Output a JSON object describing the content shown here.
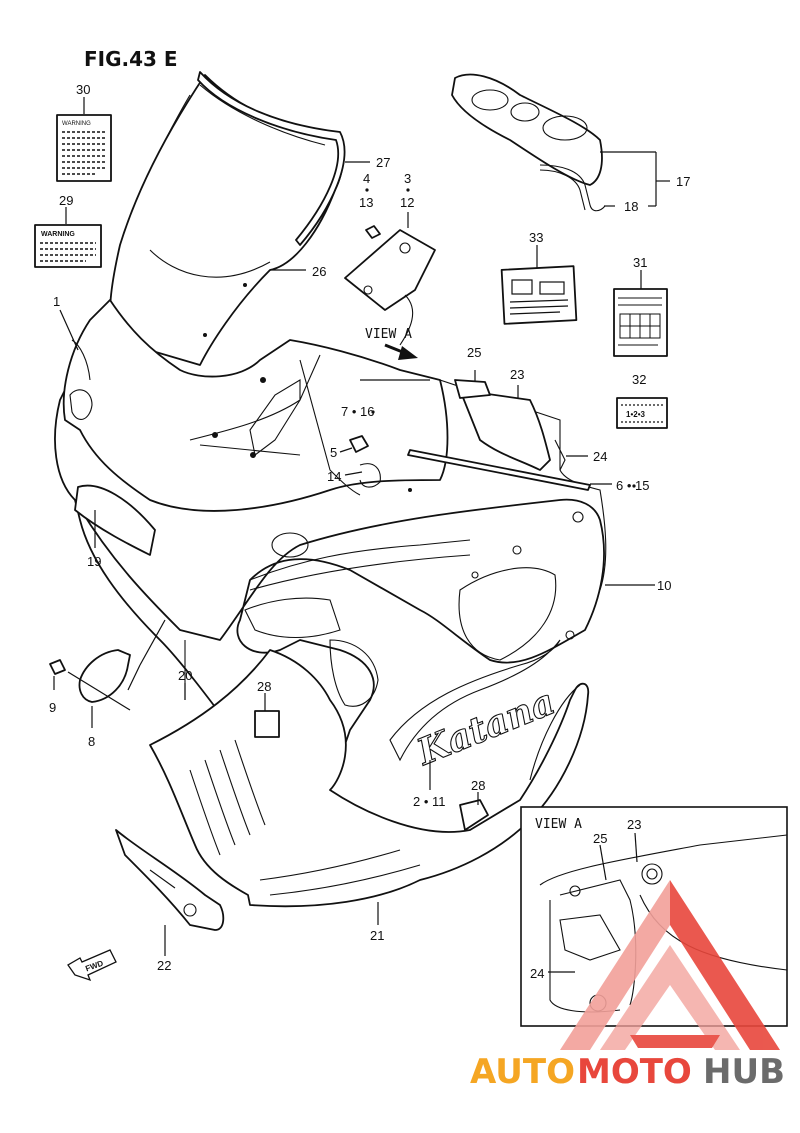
{
  "figure": {
    "title": "FIG.43 E"
  },
  "callouts": [
    {
      "id": "c30",
      "text": "30"
    },
    {
      "id": "c29",
      "text": "29"
    },
    {
      "id": "c27",
      "text": "27"
    },
    {
      "id": "c26",
      "text": "26"
    },
    {
      "id": "c4",
      "text": "4"
    },
    {
      "id": "c13",
      "text": "13"
    },
    {
      "id": "c3",
      "text": "3"
    },
    {
      "id": "c12",
      "text": "12"
    },
    {
      "id": "c17",
      "text": "17"
    },
    {
      "id": "c18",
      "text": "18"
    },
    {
      "id": "c33",
      "text": "33"
    },
    {
      "id": "c31",
      "text": "31"
    },
    {
      "id": "c1",
      "text": "1"
    },
    {
      "id": "c25",
      "text": "25"
    },
    {
      "id": "c23",
      "text": "23"
    },
    {
      "id": "c32",
      "text": "32"
    },
    {
      "id": "c7_16",
      "text": "7 • 16"
    },
    {
      "id": "c5",
      "text": "5"
    },
    {
      "id": "c14",
      "text": "14"
    },
    {
      "id": "c24",
      "text": "24"
    },
    {
      "id": "c6_15",
      "text": "6 • 15"
    },
    {
      "id": "c19",
      "text": "19"
    },
    {
      "id": "c10",
      "text": "10"
    },
    {
      "id": "c9",
      "text": "9"
    },
    {
      "id": "c8",
      "text": "8"
    },
    {
      "id": "c20",
      "text": "20"
    },
    {
      "id": "c28a",
      "text": "28"
    },
    {
      "id": "c2_11",
      "text": "2 • 11"
    },
    {
      "id": "c28b",
      "text": "28"
    },
    {
      "id": "c21",
      "text": "21"
    },
    {
      "id": "c22",
      "text": "22"
    },
    {
      "id": "inset25",
      "text": "25"
    },
    {
      "id": "inset23",
      "text": "23"
    },
    {
      "id": "inset24",
      "text": "24"
    }
  ],
  "view_a_label": "VIEW A",
  "inset_title": "VIEW A",
  "labels": {
    "warning_30": "WARNING",
    "warning_29": "WARNING",
    "label_32": "1•2•3",
    "fwd": "FWD",
    "katana": "Katana"
  },
  "watermark": {
    "auto": "AUTO",
    "moto": "MOTO",
    "hub": "HUB"
  },
  "colors": {
    "watermark_red": "#e8473c",
    "watermark_pink": "#f2a09a",
    "watermark_orange": "#f5a623",
    "watermark_gray": "#6b6b6b",
    "line": "#111111"
  }
}
